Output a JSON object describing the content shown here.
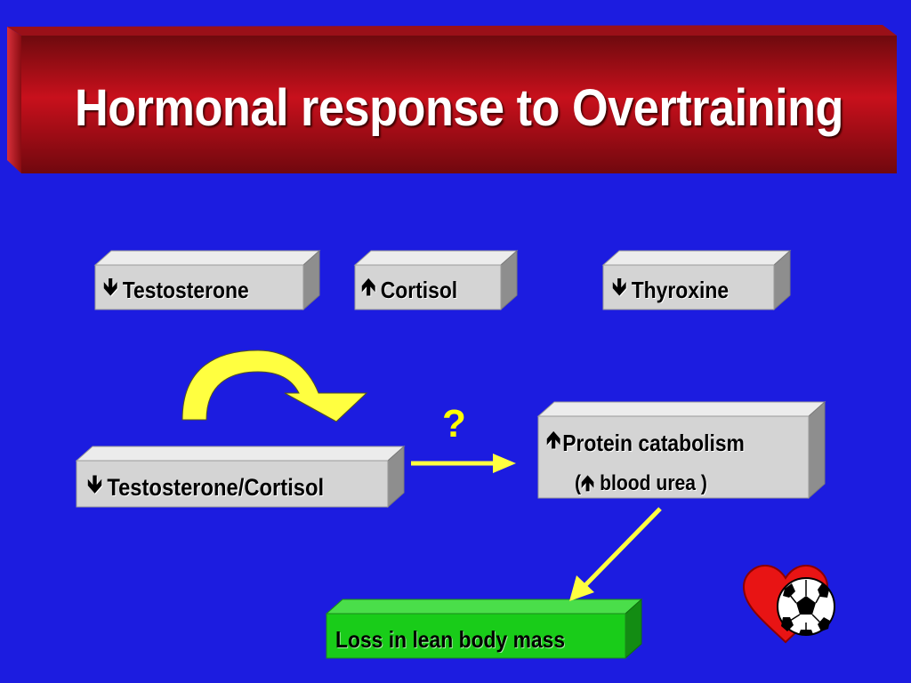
{
  "title": "Hormonal response to Overtraining",
  "boxes": {
    "testosterone": {
      "arrow": "🡻",
      "text": "Testosterone"
    },
    "cortisol": {
      "arrow": "🡹",
      "text": "Cortisol"
    },
    "thyroxine": {
      "arrow": "🡻",
      "text": "Thyroxine"
    },
    "ratio": {
      "arrow": "🡻",
      "text": "Testosterone/Cortisol"
    },
    "protein": {
      "arrow": "🡹",
      "text": "Protein catabolism",
      "sub_open": "(",
      "sub_arrow": "🡹",
      "sub_text": " blood urea )"
    },
    "lean_mass": {
      "text": "Loss in lean body mass"
    }
  },
  "question_mark": "?",
  "colors": {
    "background": "#1c1ce0",
    "banner": "#c4101a",
    "box_face": "#d4d4d4",
    "green_box": "#19cc19",
    "arrow": "#ffff40"
  },
  "icons": [
    "heart-icon",
    "soccer-ball-icon"
  ]
}
